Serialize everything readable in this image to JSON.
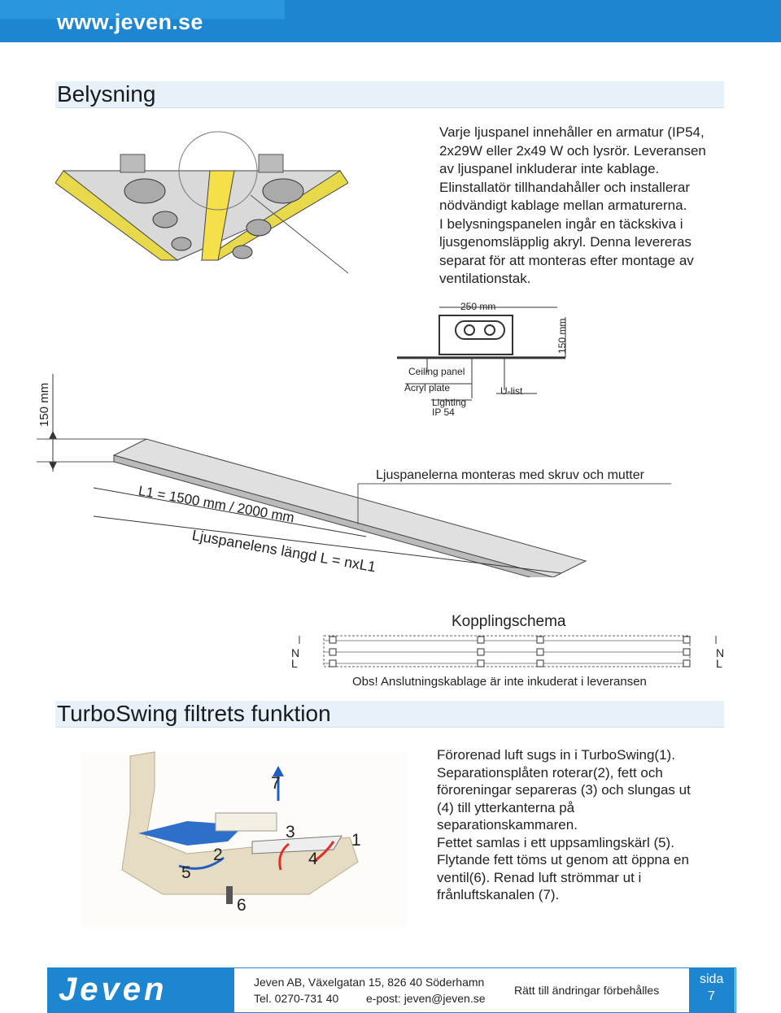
{
  "header": {
    "site": "www.jeven.se"
  },
  "sections": {
    "belysning_title": "Belysning",
    "turboswing_title": "TurboSwing filtrets funktion"
  },
  "belysning_text": [
    "Varje ljuspanel innehåller en armatur (IP54,",
    "2x29W eller 2x49 W och lysrör. Leveransen",
    "av ljuspanel inkluderar inte kablage.",
    "Elinstallatör tillhandahåller och installerar",
    "nödvändigt kablage mellan armaturerna.",
    "I belysningspanelen ingår en täckskiva i",
    "ljusgenomsläpplig akryl. Denna levereras",
    "separat för att monteras efter montage av",
    "ventilationstak."
  ],
  "section_diagram": {
    "width_label": "250 mm",
    "height_label": "150 mm",
    "ceiling_panel": "Ceiling panel",
    "acryl_plate": "Acryl plate",
    "lighting_1": "Lighting",
    "lighting_2": "IP 54",
    "ulist": "U-list"
  },
  "panel_diagram": {
    "height_label": "150 mm",
    "l1_label": "L1 = 1500 mm / 2000 mm",
    "length_label": "Ljuspanelens längd L = nxL1",
    "mount_label": "Ljuspanelerna monteras med skruv och mutter"
  },
  "wiring": {
    "title": "Kopplingschema",
    "n": "N",
    "l": "L",
    "note": "Obs! Anslutningskablage är inte inkuderat i leveransen"
  },
  "turbo_diagram": {
    "n1": "1",
    "n2": "2",
    "n3": "3",
    "n4": "4",
    "n5": "5",
    "n6": "6",
    "n7": "7"
  },
  "turbo_text": [
    "Förorenad luft sugs in i TurboSwing(1).",
    "Separationsplåten roterar(2), fett och",
    "föroreningar separeras (3) och slungas ut",
    "(4) till ytterkanterna på",
    "separationskammaren.",
    "Fettet samlas i ett uppsamlingskärl (5).",
    "Flytande fett töms ut genom att öppna en",
    "ventil(6). Renad luft strömmar ut i",
    "frånluftskanalen (7)."
  ],
  "footer": {
    "logo": "Jeven",
    "address": "Jeven AB,  Växelgatan 15, 826 40 Söderhamn",
    "tel": "Tel. 0270-731 40",
    "email": "e-post: jeven@jeven.se",
    "rights": "Rätt till ändringar förbehålles",
    "sida_label": "sida",
    "sida_num": "7"
  },
  "colors": {
    "brand_blue": "#1e86d0",
    "section_bg": "#e6f1f9",
    "light_yellow": "#f5e04a"
  }
}
